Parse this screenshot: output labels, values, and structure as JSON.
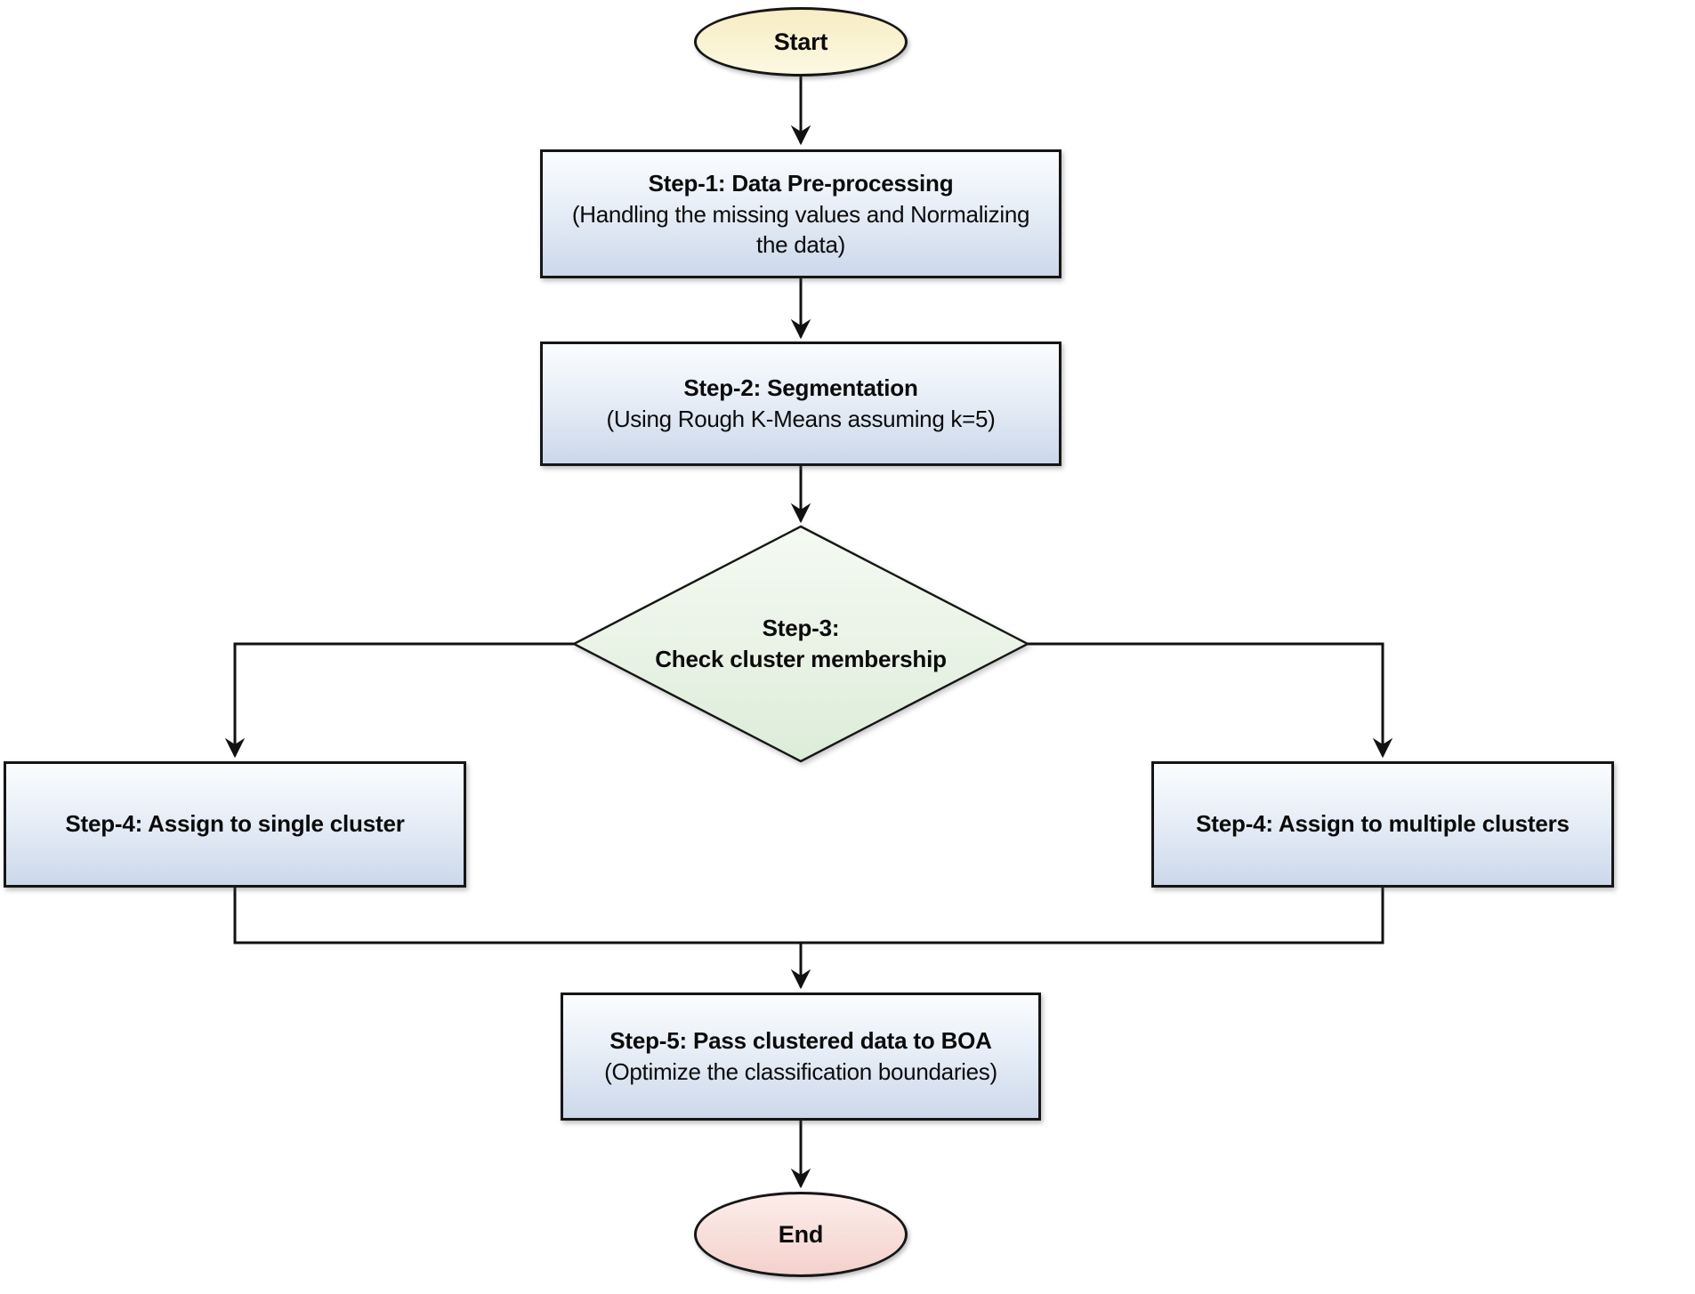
{
  "flowchart": {
    "nodes": {
      "start": {
        "label": "Start",
        "shape": "oval"
      },
      "step1": {
        "title": "Step-1: Data Pre-processing",
        "subtitle": "(Handling the missing values and Normalizing\nthe data)",
        "shape": "rect"
      },
      "step2": {
        "title": "Step-2: Segmentation",
        "subtitle": "(Using Rough K-Means assuming k=5)",
        "shape": "rect"
      },
      "step3": {
        "line1": "Step-3:",
        "line2": "Check cluster membership",
        "shape": "diamond"
      },
      "step4_single": {
        "title": "Step-4: Assign to single cluster",
        "shape": "rect"
      },
      "step4_multiple": {
        "title": "Step-4: Assign to multiple clusters",
        "shape": "rect"
      },
      "step5": {
        "title": "Step-5: Pass clustered data to BOA",
        "subtitle": "(Optimize the classification boundaries)",
        "shape": "rect"
      },
      "end": {
        "label": "End",
        "shape": "oval"
      }
    },
    "colors": {
      "canvas_bg": "#ffffff",
      "start_top": "#f7edc3",
      "start_bottom": "#fcf8e2",
      "process_top": "#fbfdfe",
      "process_mid": "#e7eef7",
      "process_bottom": "#ccd8ea",
      "decision_top": "#f5faf3",
      "decision_bottom": "#ddecd9",
      "end_top": "#fcedea",
      "end_bottom": "#f4d1cc",
      "border": "#161616",
      "connector": "#111111",
      "text": "#0b0b0b"
    }
  }
}
